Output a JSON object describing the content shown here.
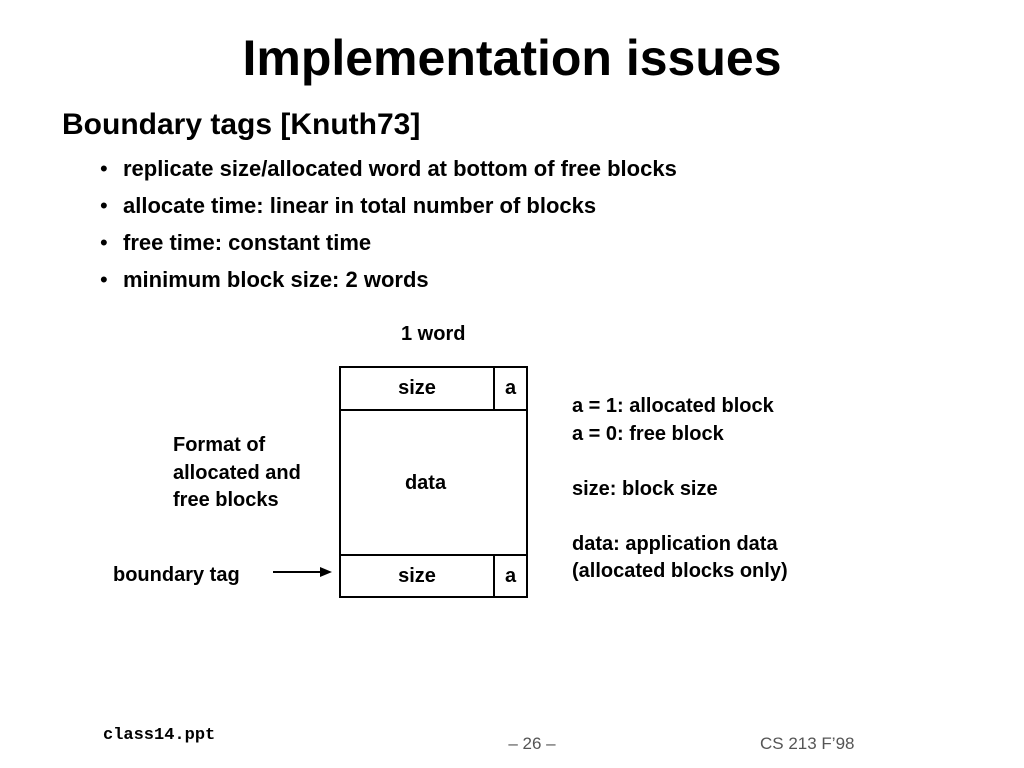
{
  "slide": {
    "title": "Implementation issues",
    "heading": "Boundary tags [Knuth73]",
    "bullets": [
      "replicate size/allocated word at bottom of free blocks",
      "allocate time: linear in total number of blocks",
      "free time: constant time",
      "minimum block size: 2 words"
    ]
  },
  "diagram": {
    "word_label": "1 word",
    "header_size": "size",
    "header_a": "a",
    "data_label": "data",
    "footer_size": "size",
    "footer_a": "a",
    "format_label": [
      "Format of",
      "allocated and",
      "free blocks"
    ],
    "boundary_tag_label": "boundary tag",
    "legend": [
      "a = 1: allocated block",
      "a = 0: free block",
      "size: block size",
      "data: application data",
      "(allocated blocks only)"
    ]
  },
  "footer": {
    "file": "class14.ppt",
    "page": "– 26 –",
    "course": "CS 213 F’98"
  }
}
